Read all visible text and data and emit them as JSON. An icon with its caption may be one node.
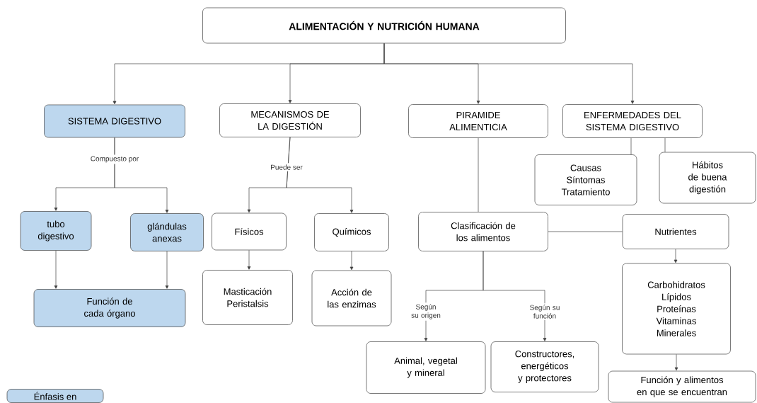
{
  "diagram": {
    "nodes": [
      {
        "text": [
          "ALIMENTACIÓN Y NUTRICIÓN HUMANA"
        ]
      },
      {
        "text": [
          "SISTEMA DIGESTIVO"
        ]
      },
      {
        "text": [
          "MECANISMOS DE LA DIGESTIÓN"
        ]
      },
      {
        "text": [
          "PIRAMIDE ALIMENTICIA"
        ]
      },
      {
        "text": [
          "ENFERMEDADES DEL SISTEMA DIGESTIVO"
        ]
      },
      {
        "text": [
          "Causas Síntomas Tratamiento"
        ]
      },
      {
        "text": [
          "Hábitos de buena digestión"
        ]
      },
      {
        "text": [
          "tubo digestivo"
        ]
      },
      {
        "text": [
          "glándulas anexas"
        ]
      },
      {
        "text": [
          "Físicos"
        ]
      },
      {
        "text": [
          "Químicos"
        ]
      },
      {
        "text": [
          "Clasificación de los alimentos"
        ]
      },
      {
        "text": [
          "Nutrientes"
        ]
      },
      {
        "text": [
          "Función de cada órgano"
        ]
      },
      {
        "text": [
          "Masticación Peristalsis"
        ]
      },
      {
        "text": [
          "Acción de las enzimas"
        ]
      },
      {
        "text": [
          "Carbohidratos Lípidos Proteínas Vitaminas Minerales"
        ]
      },
      {
        "text": [
          "Animal, vegetal y mineral"
        ]
      },
      {
        "text": [
          "Constructores, energéticos y protectores"
        ]
      },
      {
        "text": [
          "Función y alimentos en que se encuentran"
        ]
      }
    ],
    "edges": [
      {
        "from": 0,
        "to": 1,
        "arrow": "to"
      },
      {
        "from": 0,
        "to": 2,
        "arrow": "to"
      },
      {
        "from": 0,
        "to": 3,
        "arrow": "to"
      },
      {
        "from": 0,
        "to": 4,
        "arrow": "to"
      },
      {
        "from": 1,
        "to": 7,
        "arrow": "to",
        "label": "Compuesto por"
      },
      {
        "from": 1,
        "to": 8,
        "arrow": "to"
      },
      {
        "from": 2,
        "to": 9,
        "arrow": "to",
        "label": "Puede ser"
      },
      {
        "from": 2,
        "to": 10,
        "arrow": "to"
      },
      {
        "from": 4,
        "to": 5,
        "arrow": "none"
      },
      {
        "from": 4,
        "to": 6,
        "arrow": "none"
      },
      {
        "from": 3,
        "to": 11,
        "arrow": "none"
      },
      {
        "from": 11,
        "to": 12,
        "arrow": "none"
      },
      {
        "from": 7,
        "to": 13,
        "arrow": "to"
      },
      {
        "from": 8,
        "to": 13,
        "arrow": "to"
      },
      {
        "from": 9,
        "to": 14,
        "arrow": "to"
      },
      {
        "from": 10,
        "to": 15,
        "arrow": "to"
      },
      {
        "from": 11,
        "to": 17,
        "arrow": "to",
        "label": "Según su origen"
      },
      {
        "from": 11,
        "to": 18,
        "arrow": "to",
        "label": "Según su función"
      },
      {
        "from": 12,
        "to": 16,
        "arrow": "to"
      },
      {
        "from": 16,
        "to": 19,
        "arrow": "to"
      }
    ],
    "legend": [
      {
        "text": "Énfasis en",
        "color": "#bdd7ee"
      }
    ]
  }
}
